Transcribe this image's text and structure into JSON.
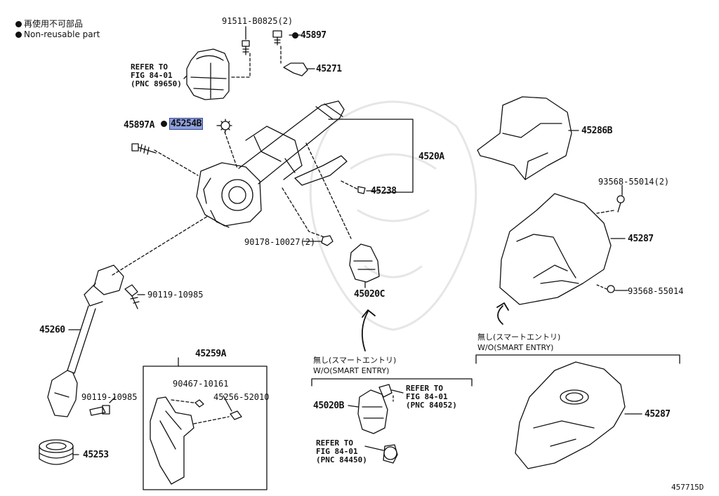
{
  "legend": {
    "line1": "再使用不可部品",
    "line2": "Non-reusable part"
  },
  "diagram_id": "457715D",
  "parts": {
    "p91511": "91511-B0825(2)",
    "p45897": "45897",
    "p45271": "45271",
    "ref89650": "REFER TO\nFIG 84-01\n(PNC 89650)",
    "p45897A": "45897A",
    "p45254B": "45254B",
    "p4520A": "4520A",
    "p45238": "45238",
    "p90178": "90178-10027(2)",
    "p45020C": "45020C",
    "p90119a": "90119-10985",
    "p45260": "45260",
    "p45259A": "45259A",
    "p90467": "90467-10161",
    "p45256": "45256-52010",
    "p90119b": "90119-10985",
    "p45253": "45253",
    "p45286B": "45286B",
    "p93568a": "93568-55014(2)",
    "p45287a": "45287",
    "p93568b": "93568-55014",
    "p45287b": "45287",
    "ref84052": "REFER TO\nFIG 84-01\n(PNC 84052)",
    "p45020B": "45020B",
    "ref84450": "REFER TO\nFIG 84-01\n(PNC 84450)"
  },
  "notes": {
    "smart_jp_1": "無し(スマートエントリ)",
    "smart_en_1": "W/O(SMART ENTRY)",
    "smart_jp_2": "無し(スマートエントリ)",
    "smart_en_2": "W/O(SMART ENTRY)"
  },
  "colors": {
    "highlight": "#8d9fdc",
    "highlight_border": "#34459a",
    "line": "#111111"
  }
}
